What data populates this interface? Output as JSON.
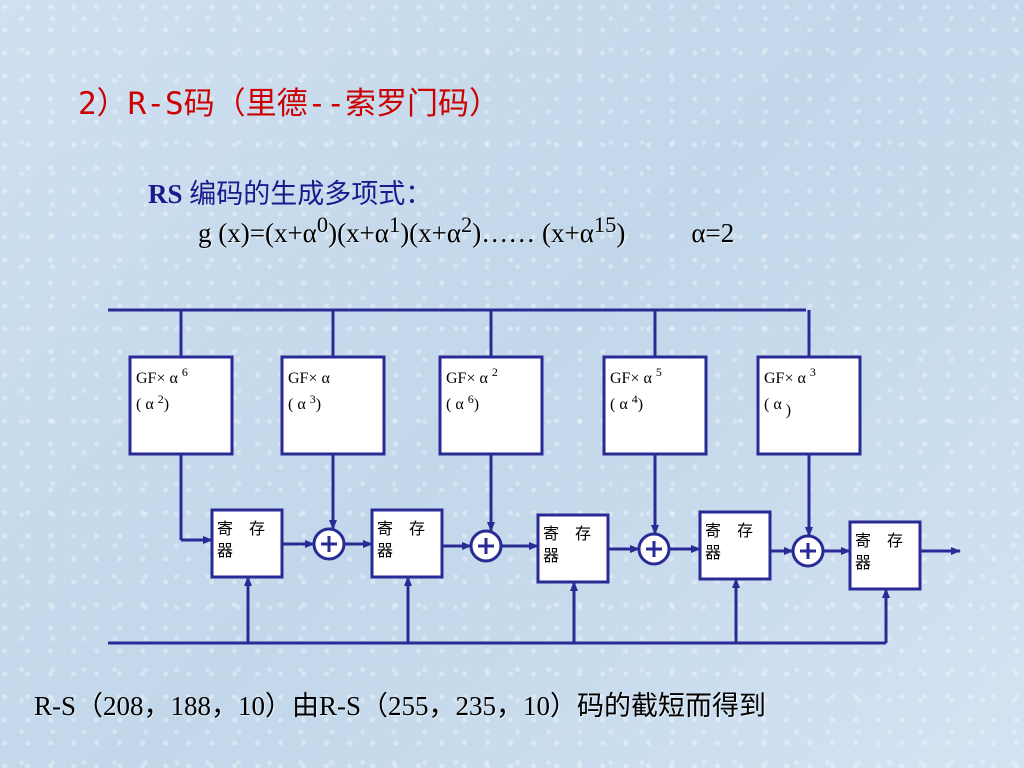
{
  "slide": {
    "title": "2）R-S码（里德--索罗门码）",
    "subtitle_rs": "RS",
    "subtitle_rest": " 编码的生成多项式：",
    "formula_g": "g (x)=(x+α",
    "formula_sup0": "0",
    "formula_p1": ")(x+α",
    "formula_sup1": "1",
    "formula_p2": ")(x+α",
    "formula_sup2": "2",
    "formula_p3": ")…… (x+α",
    "formula_sup15": "15",
    "formula_p4": ")",
    "formula_alpha": "α=2",
    "footer": "R-S（208，188，10）由R-S（255，235，10）码的截短而得到"
  },
  "diagram": {
    "colors": {
      "line": "#2a2a96",
      "box_fill": "#ffffff",
      "box_stroke": "#2a2a96"
    },
    "gf_blocks": [
      {
        "line1": "GF× α",
        "line1_sup": "6",
        "line2": "( α ",
        "line2_sup": "2",
        "line2_end": ")"
      },
      {
        "line1": "GF× α",
        "line1_sup": "",
        "line2": "( α ",
        "line2_sup": "3",
        "line2_end": ")"
      },
      {
        "line1": "GF× α",
        "line1_sup": "2",
        "line2": "( α ",
        "line2_sup": "6",
        "line2_end": ")"
      },
      {
        "line1": "GF× α",
        "line1_sup": "5",
        "line2": "( α ",
        "line2_sup": "4",
        "line2_end": ")"
      },
      {
        "line1": "GF× α",
        "line1_sup": "3",
        "line2": "( α ",
        "line2_sup": "",
        "line2_end": ")"
      }
    ],
    "registers": [
      {
        "line1": "寄　存",
        "line2": "器"
      },
      {
        "line1": "寄　存",
        "line2": "器"
      },
      {
        "line1": "寄　存",
        "line2": "器"
      },
      {
        "line1": "寄　存",
        "line2": "器"
      },
      {
        "line1": "寄　存",
        "line2": "器"
      }
    ],
    "adder_symbol": "+"
  }
}
